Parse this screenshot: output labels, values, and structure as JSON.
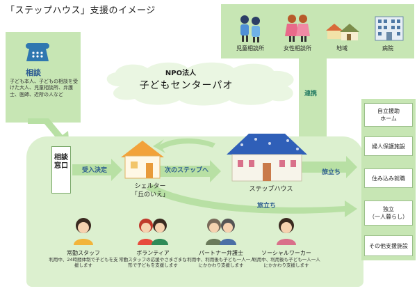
{
  "title": "「ステップハウス」支援のイメージ",
  "consultation": {
    "title": "相談",
    "note": "子ども本人、子どもの相談を受けた大人、児童相談所、弁護士、医師、近所の人など"
  },
  "partners": [
    {
      "label": "児童相談所",
      "icon": "children-icon"
    },
    {
      "label": "女性相談所",
      "icon": "women-icon"
    },
    {
      "label": "地域",
      "icon": "town-icon"
    },
    {
      "label": "病院",
      "icon": "hospital-icon"
    }
  ],
  "renkei": "連携",
  "npo": {
    "line1": "NPO法人",
    "line2": "子どもセンターパオ"
  },
  "madoguchi": "相談窓口",
  "flow": {
    "accept": "受入決定",
    "next_step": "次のステップへ",
    "depart1": "旅立ち",
    "depart2": "旅立ち"
  },
  "shelter": {
    "line1": "シェルター",
    "line2": "「丘のいえ」"
  },
  "stephouse": "ステップハウス",
  "destinations": [
    {
      "line1": "自立援助",
      "line2": "ホーム"
    },
    {
      "line1": "婦人保護施設",
      "line2": ""
    },
    {
      "line1": "住み込み就職",
      "line2": ""
    },
    {
      "line1": "独立",
      "line2": "（一人暮らし）"
    },
    {
      "line1": "その他支援施設",
      "line2": ""
    }
  ],
  "staff": [
    {
      "title": "常勤スタッフ",
      "note": "利用中、24時間体制で子どもを支援します"
    },
    {
      "title": "ボランティア",
      "note": "常勤スタッフの応援やさまざまな形で子どもを支援します"
    },
    {
      "title": "パートナー弁護士",
      "note": "利用中、利用後も子ども一人一人にかかわり支援します"
    },
    {
      "title": "ソーシャルワーカー",
      "note": "利用中、利用後も子ども一人一人にかかわり支援します"
    }
  ],
  "colors": {
    "panel_light": "#dcf0cf",
    "panel": "#c7e6b4",
    "arrow": "#b8e0a4",
    "roof_blue": "#2f5fb8",
    "roof_orange": "#f2a23a"
  }
}
